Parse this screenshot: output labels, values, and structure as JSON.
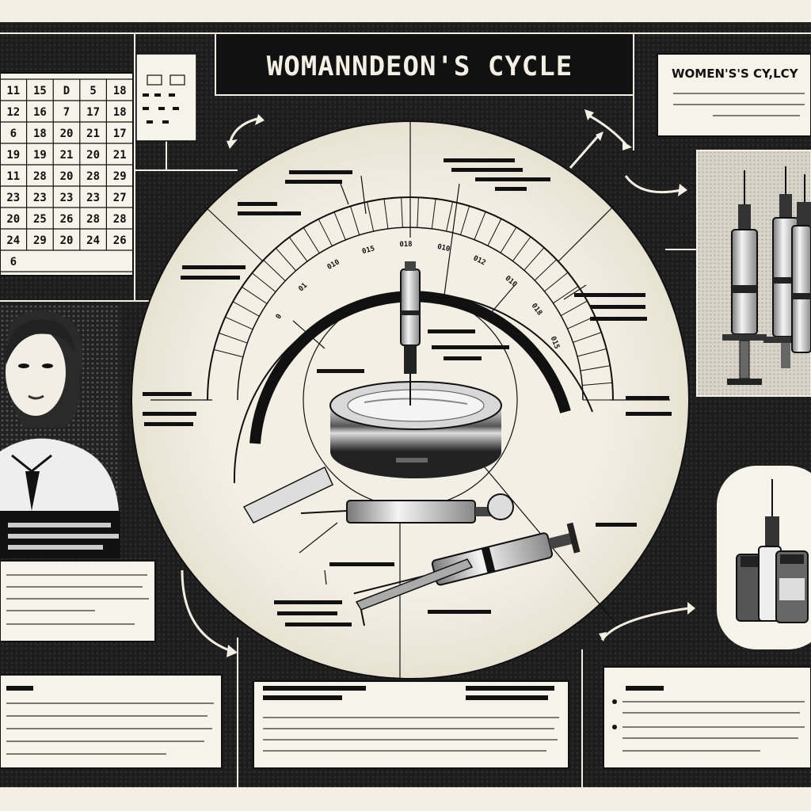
{
  "title": "WOMANNDEON'S CYCLE",
  "right_card": {
    "title": "WOMEN'S'S CY,LCY"
  },
  "calendar": {
    "rows": [
      [
        "11",
        "15",
        "D",
        "5",
        "18"
      ],
      [
        "12",
        "16",
        "7",
        "17",
        "18"
      ],
      [
        "6",
        "18",
        "20",
        "21",
        "17"
      ],
      [
        "19",
        "19",
        "21",
        "20",
        "21"
      ],
      [
        "11",
        "28",
        "20",
        "28",
        "29"
      ],
      [
        "23",
        "23",
        "23",
        "23",
        "27"
      ],
      [
        "20",
        "25",
        "26",
        "28",
        "28"
      ],
      [
        "24",
        "29",
        "20",
        "24",
        "26"
      ],
      [
        "6",
        "",
        "",
        "",
        ""
      ]
    ]
  },
  "ring": {
    "day_labels": [
      "0",
      "01",
      "010",
      "015",
      "018",
      "010",
      "012",
      "010",
      "018",
      "015"
    ]
  },
  "colors": {
    "ink": "#111111",
    "paper": "#f3efe4",
    "dark": "#1a1a1a"
  },
  "icons": [
    "syringe-icon",
    "vial-icon",
    "calendar-icon",
    "compact-case-icon",
    "curved-arrow-icon"
  ]
}
